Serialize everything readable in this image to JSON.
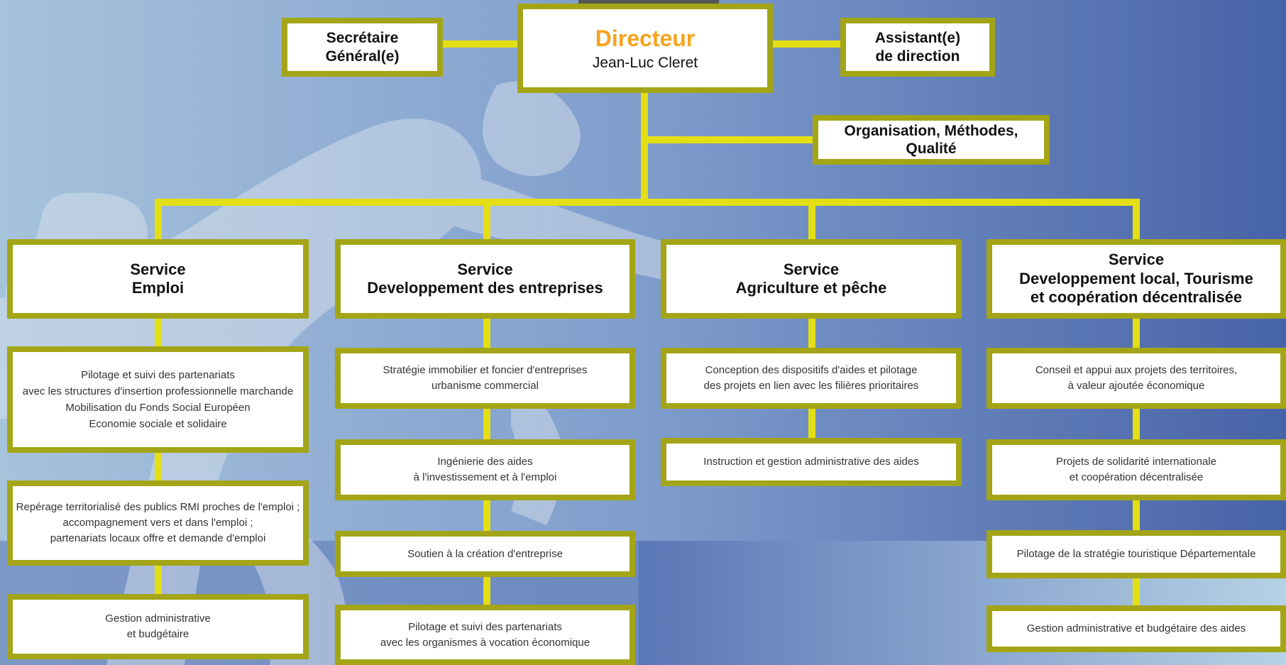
{
  "colors": {
    "title_accent": "#f5a31f",
    "border": "#a3a516",
    "connector": "#e3df14"
  },
  "top": {
    "director_title": "Directeur",
    "director_name": "Jean-Luc Cleret",
    "secretary": "Secrétaire Général(e)",
    "assistant": [
      "Assistant(e)",
      "de direction"
    ],
    "organisation": "Organisation, Méthodes, Qualité"
  },
  "services": [
    {
      "title": [
        "Service",
        "Emploi"
      ],
      "tasks": [
        [
          "Pilotage et suivi des partenariats",
          "avec les structures d'insertion professionnelle marchande",
          "Mobilisation du Fonds Social Européen",
          "Economie sociale et solidaire"
        ],
        [
          "Repérage territorialisé des publics RMI proches de l'emploi ;",
          "accompagnement vers et dans l'emploi ;",
          "partenariats locaux offre et demande d'emploi"
        ],
        [
          "Gestion administrative",
          "et budgétaire"
        ]
      ]
    },
    {
      "title": [
        "Service",
        "Developpement des entreprises"
      ],
      "tasks": [
        [
          "Stratégie immobilier et foncier d'entreprises",
          "urbanisme commercial"
        ],
        [
          "Ingénierie des aides",
          "à l'investissement et à l'emploi"
        ],
        [
          "Soutien à la création d'entreprise"
        ],
        [
          "Pilotage et suivi des partenariats",
          "avec les organismes à vocation économique"
        ]
      ]
    },
    {
      "title": [
        "Service",
        "Agriculture et pêche"
      ],
      "tasks": [
        [
          "Conception des dispositifs d'aides et pilotage",
          "des projets en lien avec les filières prioritaires"
        ],
        [
          "Instruction et gestion administrative des aides"
        ]
      ]
    },
    {
      "title": [
        "Service",
        "Developpement local, Tourisme",
        "et coopération décentralisée"
      ],
      "tasks": [
        [
          "Conseil et appui aux projets des territoires,",
          "à valeur ajoutée économique"
        ],
        [
          "Projets de solidarité internationale",
          "et coopération décentralisée"
        ],
        [
          "Pilotage de la stratégie touristique Départementale"
        ],
        [
          "Gestion administrative et budgétaire des aides"
        ]
      ]
    }
  ]
}
